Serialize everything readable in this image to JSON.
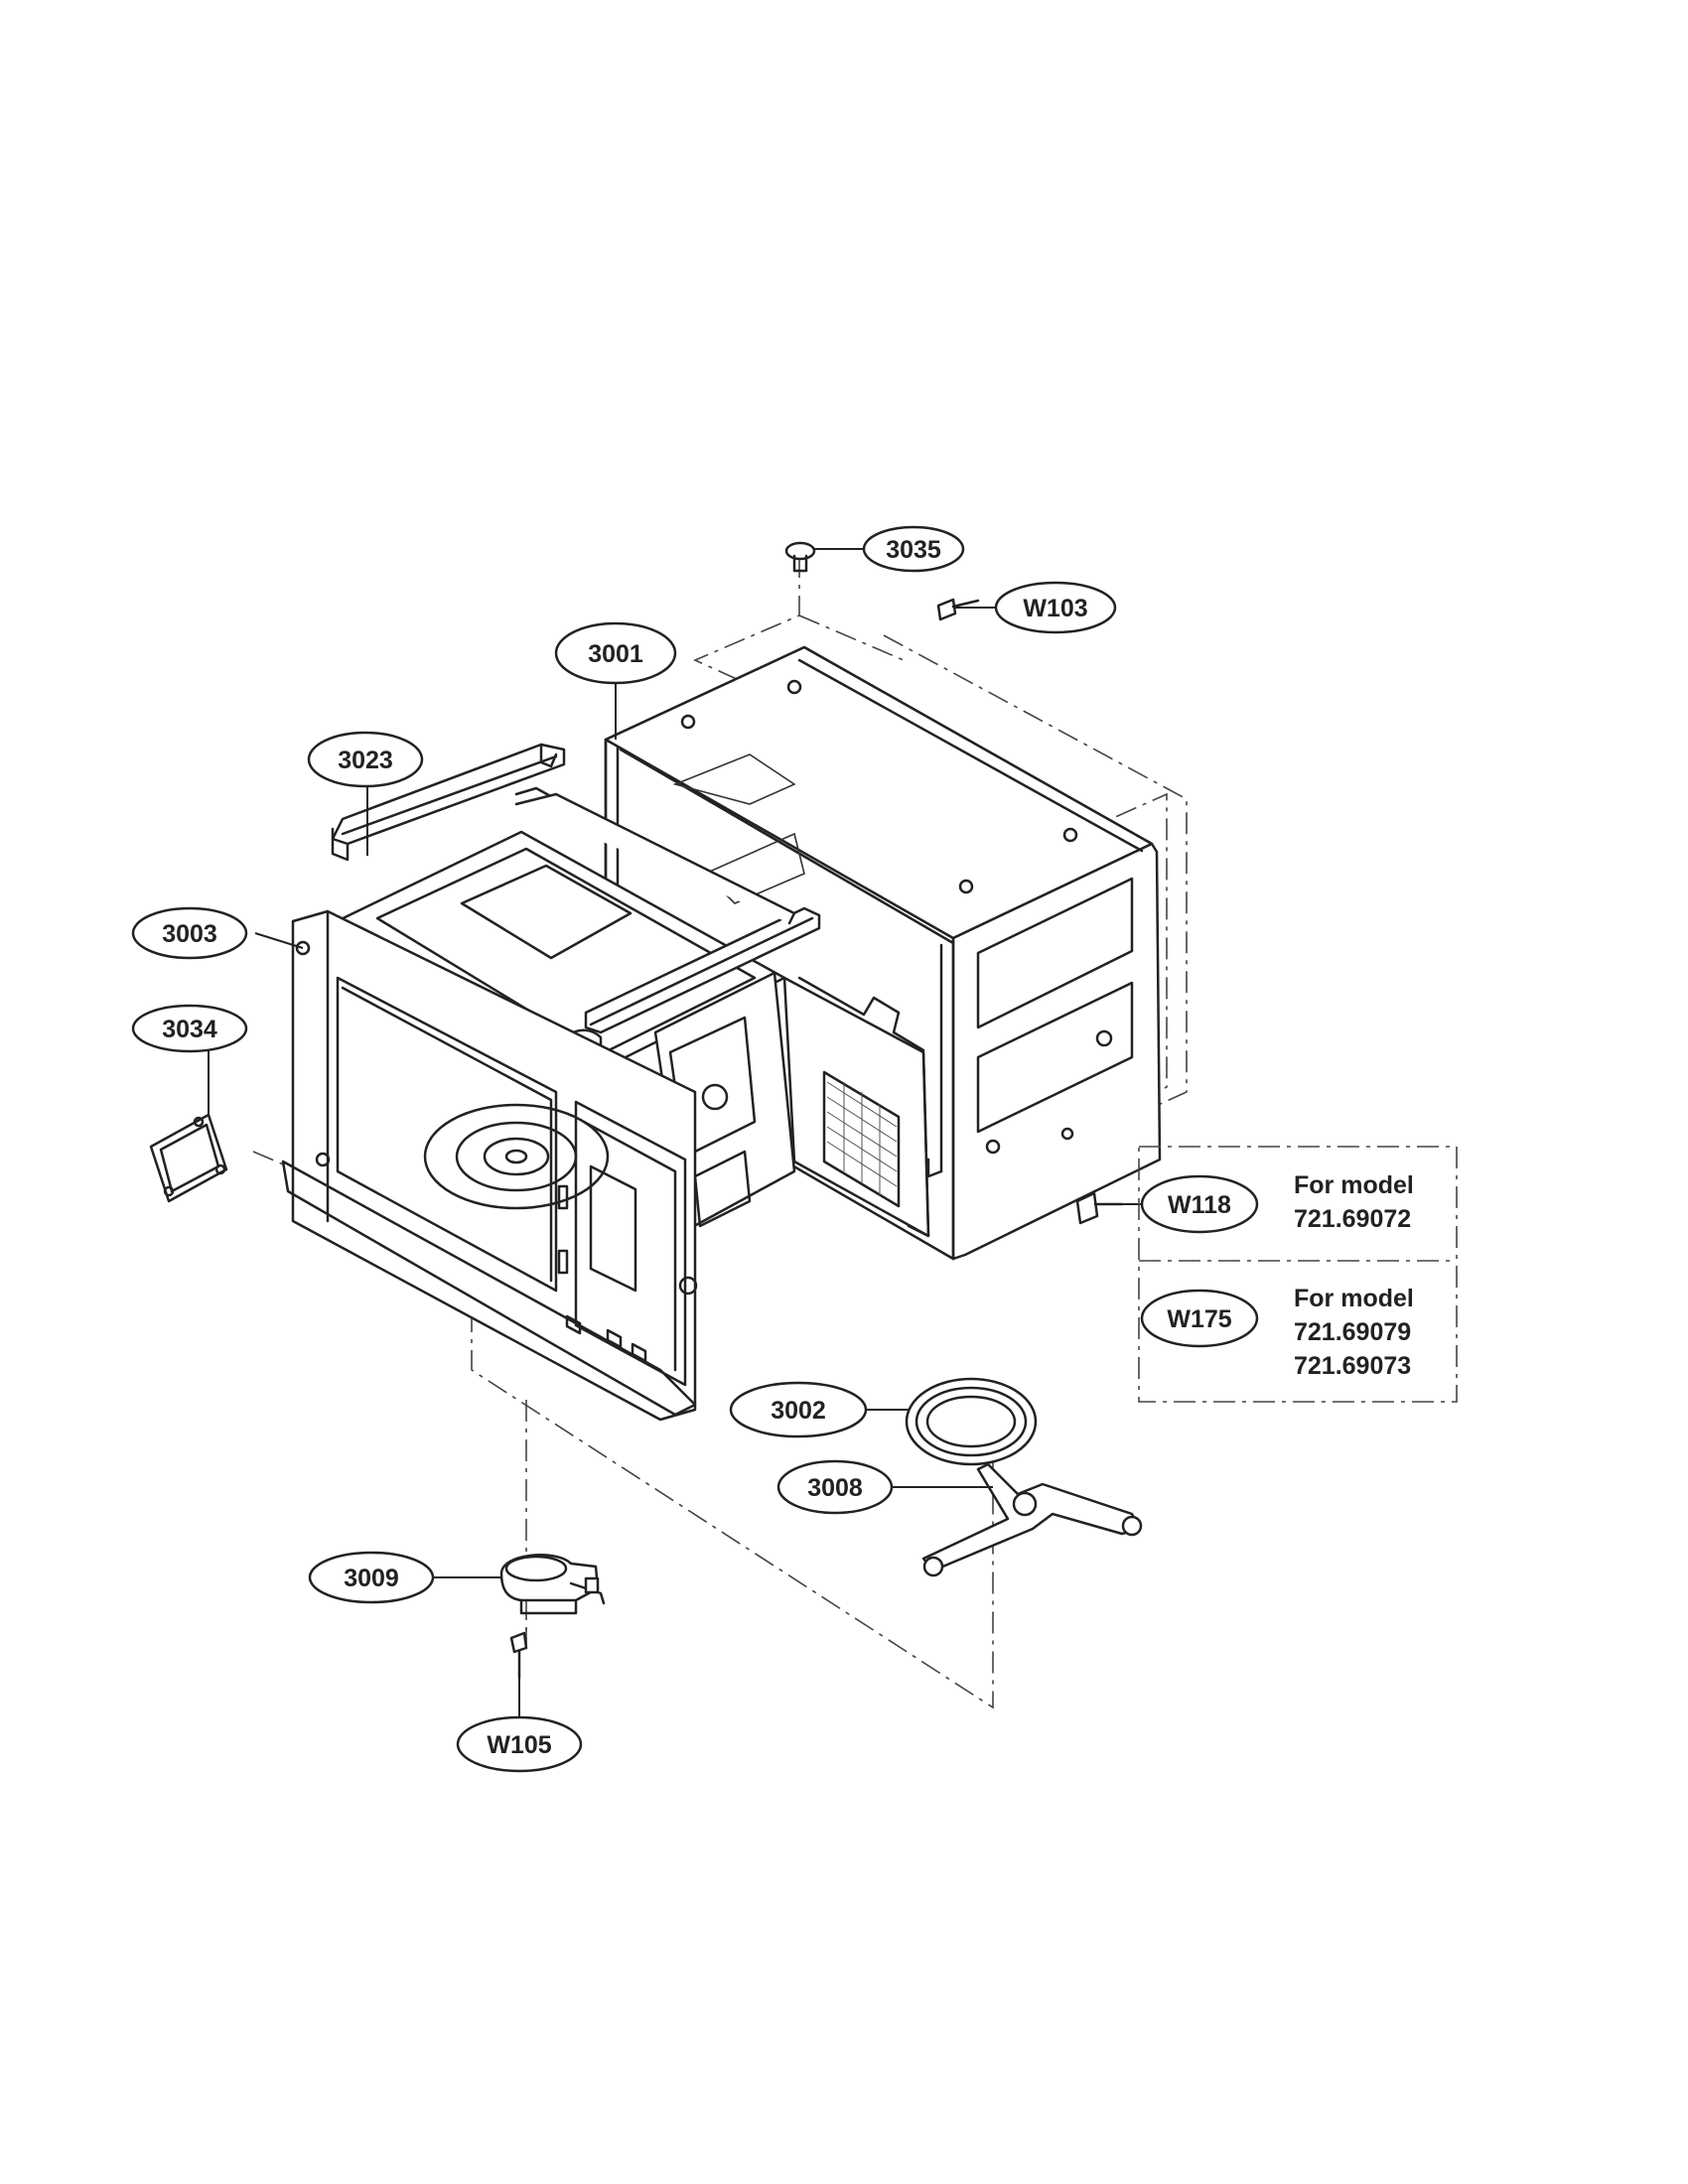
{
  "callouts": [
    {
      "id": "3035",
      "label": "3035"
    },
    {
      "id": "W103",
      "label": "W103"
    },
    {
      "id": "3001",
      "label": "3001"
    },
    {
      "id": "3023",
      "label": "3023"
    },
    {
      "id": "3003",
      "label": "3003"
    },
    {
      "id": "3034",
      "label": "3034"
    },
    {
      "id": "3002",
      "label": "3002"
    },
    {
      "id": "3008",
      "label": "3008"
    },
    {
      "id": "3009",
      "label": "3009"
    },
    {
      "id": "W105",
      "label": "W105"
    },
    {
      "id": "W118",
      "label": "W118"
    },
    {
      "id": "W175",
      "label": "W175"
    }
  ],
  "model_notes": [
    {
      "part": "W118",
      "lines": [
        "For model",
        "721.69072"
      ]
    },
    {
      "part": "W175",
      "lines": [
        "For model",
        "721.69079",
        "721.69073"
      ]
    }
  ]
}
